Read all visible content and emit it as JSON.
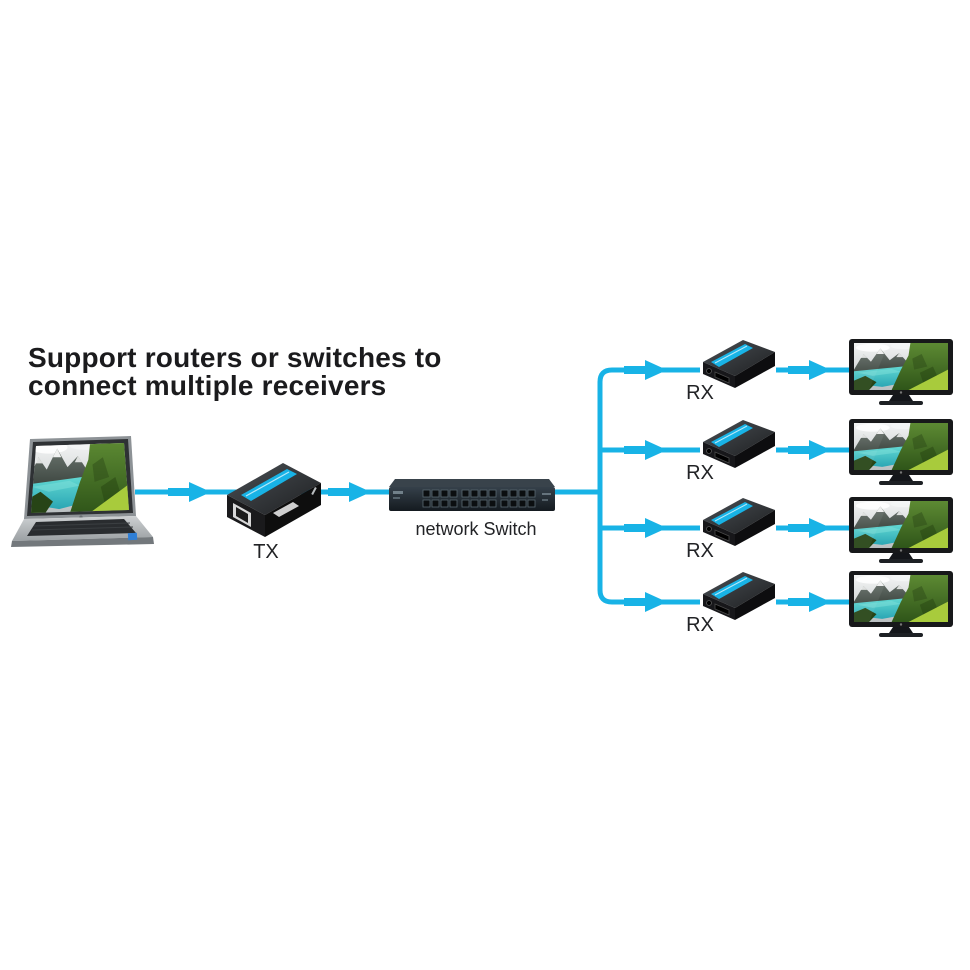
{
  "title": {
    "line1": "Support routers or switches to",
    "line2": "connect multiple receivers"
  },
  "labels": {
    "transmitter": "TX",
    "switch": "network Switch",
    "receiver": "RX"
  },
  "colors": {
    "connector": "#18b3e6",
    "title": "#1b1b1d",
    "label": "#222326"
  },
  "icons": {
    "source": "laptop-icon",
    "transmitter": "tx-extender-icon",
    "switch": "network-switch-icon",
    "receiver": "rx-extender-icon",
    "display": "tv-icon",
    "flow": "flow-arrow-icon"
  },
  "receiver_count": 4,
  "display_count": 4
}
